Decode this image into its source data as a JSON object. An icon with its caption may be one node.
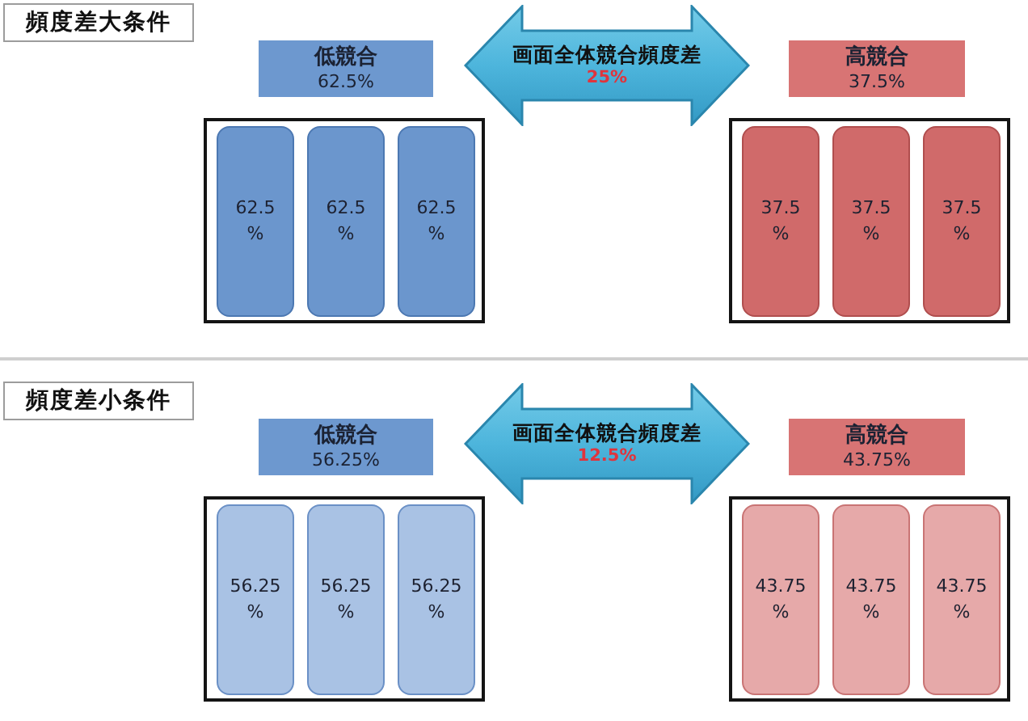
{
  "diagram": {
    "nodes": [
      {
        "text": [
          "頻度差大条件"
        ]
      },
      {
        "text": [
          "低競合",
          "62.5%"
        ]
      },
      {
        "text": [
          "画面全体競合頻度差",
          "25%"
        ]
      },
      {
        "text": [
          "高競合",
          "37.5%"
        ]
      },
      {
        "text": [],
        "shape": "box"
      },
      {
        "text": [
          "62.5 %"
        ],
        "in": 4
      },
      {
        "text": [
          "62.5 %"
        ],
        "in": 4
      },
      {
        "text": [
          "62.5 %"
        ],
        "in": 4
      },
      {
        "text": [],
        "shape": "box"
      },
      {
        "text": [
          "37.5 %"
        ],
        "in": 8
      },
      {
        "text": [
          "37.5 %"
        ],
        "in": 8
      },
      {
        "text": [
          "37.5 %"
        ],
        "in": 8
      },
      {
        "text": [
          "頻度差小条件"
        ]
      },
      {
        "text": [
          "低競合",
          "56.25%"
        ]
      },
      {
        "text": [
          "画面全体競合頻度差",
          "12.5%"
        ]
      },
      {
        "text": [
          "高競合",
          "43.75%"
        ]
      },
      {
        "text": [],
        "shape": "box"
      },
      {
        "text": [
          "56.25 %"
        ],
        "in": 16
      },
      {
        "text": [
          "56.25 %"
        ],
        "in": 16
      },
      {
        "text": [
          "56.25 %"
        ],
        "in": 16
      },
      {
        "text": [],
        "shape": "box"
      },
      {
        "text": [
          "43.75 %"
        ],
        "in": 20
      },
      {
        "text": [
          "43.75 %"
        ],
        "in": 20
      },
      {
        "text": [
          "43.75 %"
        ],
        "in": 20
      }
    ]
  }
}
